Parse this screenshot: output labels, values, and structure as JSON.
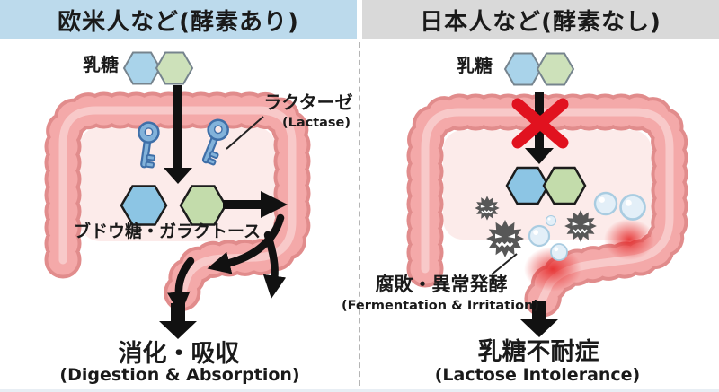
{
  "left_panel": {
    "header": "欧米人など(酵素あり)",
    "lactose_label": "乳糖",
    "lactase_label_jp": "ラクターゼ",
    "lactase_label_en": "(Lactase)",
    "sugars_label": "ブドウ糖・ガラクトース",
    "outcome_jp": "消化・吸収",
    "outcome_en": "(Digestion & Absorption)"
  },
  "right_panel": {
    "header": "日本人など(酵素なし)",
    "lactose_label": "乳糖",
    "process_jp": "腐敗・異常発酵",
    "process_en": "(Fermentation & Irritation)",
    "outcome_jp": "乳糖不耐症",
    "outcome_en": "(Lactose Intolerance)"
  },
  "icons": {
    "enzyme": "key-icon",
    "sugar_unit": "hexagon-icon",
    "bacteria": "germ-icon",
    "gas": "bubble-icon",
    "blocked": "red-x-icon",
    "flow": "black-arrow-icon",
    "organ": "intestine-illustration"
  },
  "colors": {
    "left_header_bg": "#bcdaec",
    "right_header_bg": "#d9d9d9",
    "glucose_blue": "#a9d3ea",
    "galactose_green": "#cde1ba",
    "glucose_blue_deep": "#8cc5e4",
    "galactose_green_deep": "#c3dcab",
    "intestine_pink": "#f4a9a9",
    "intestine_outline": "#e18c8c",
    "intestine_inner": "#fcebea",
    "key_blue": "#82b2da",
    "germ_gray": "#575757",
    "bubble_blue": "#e3eff8",
    "cross_red": "#e1121f",
    "arrow_black": "#111111"
  }
}
